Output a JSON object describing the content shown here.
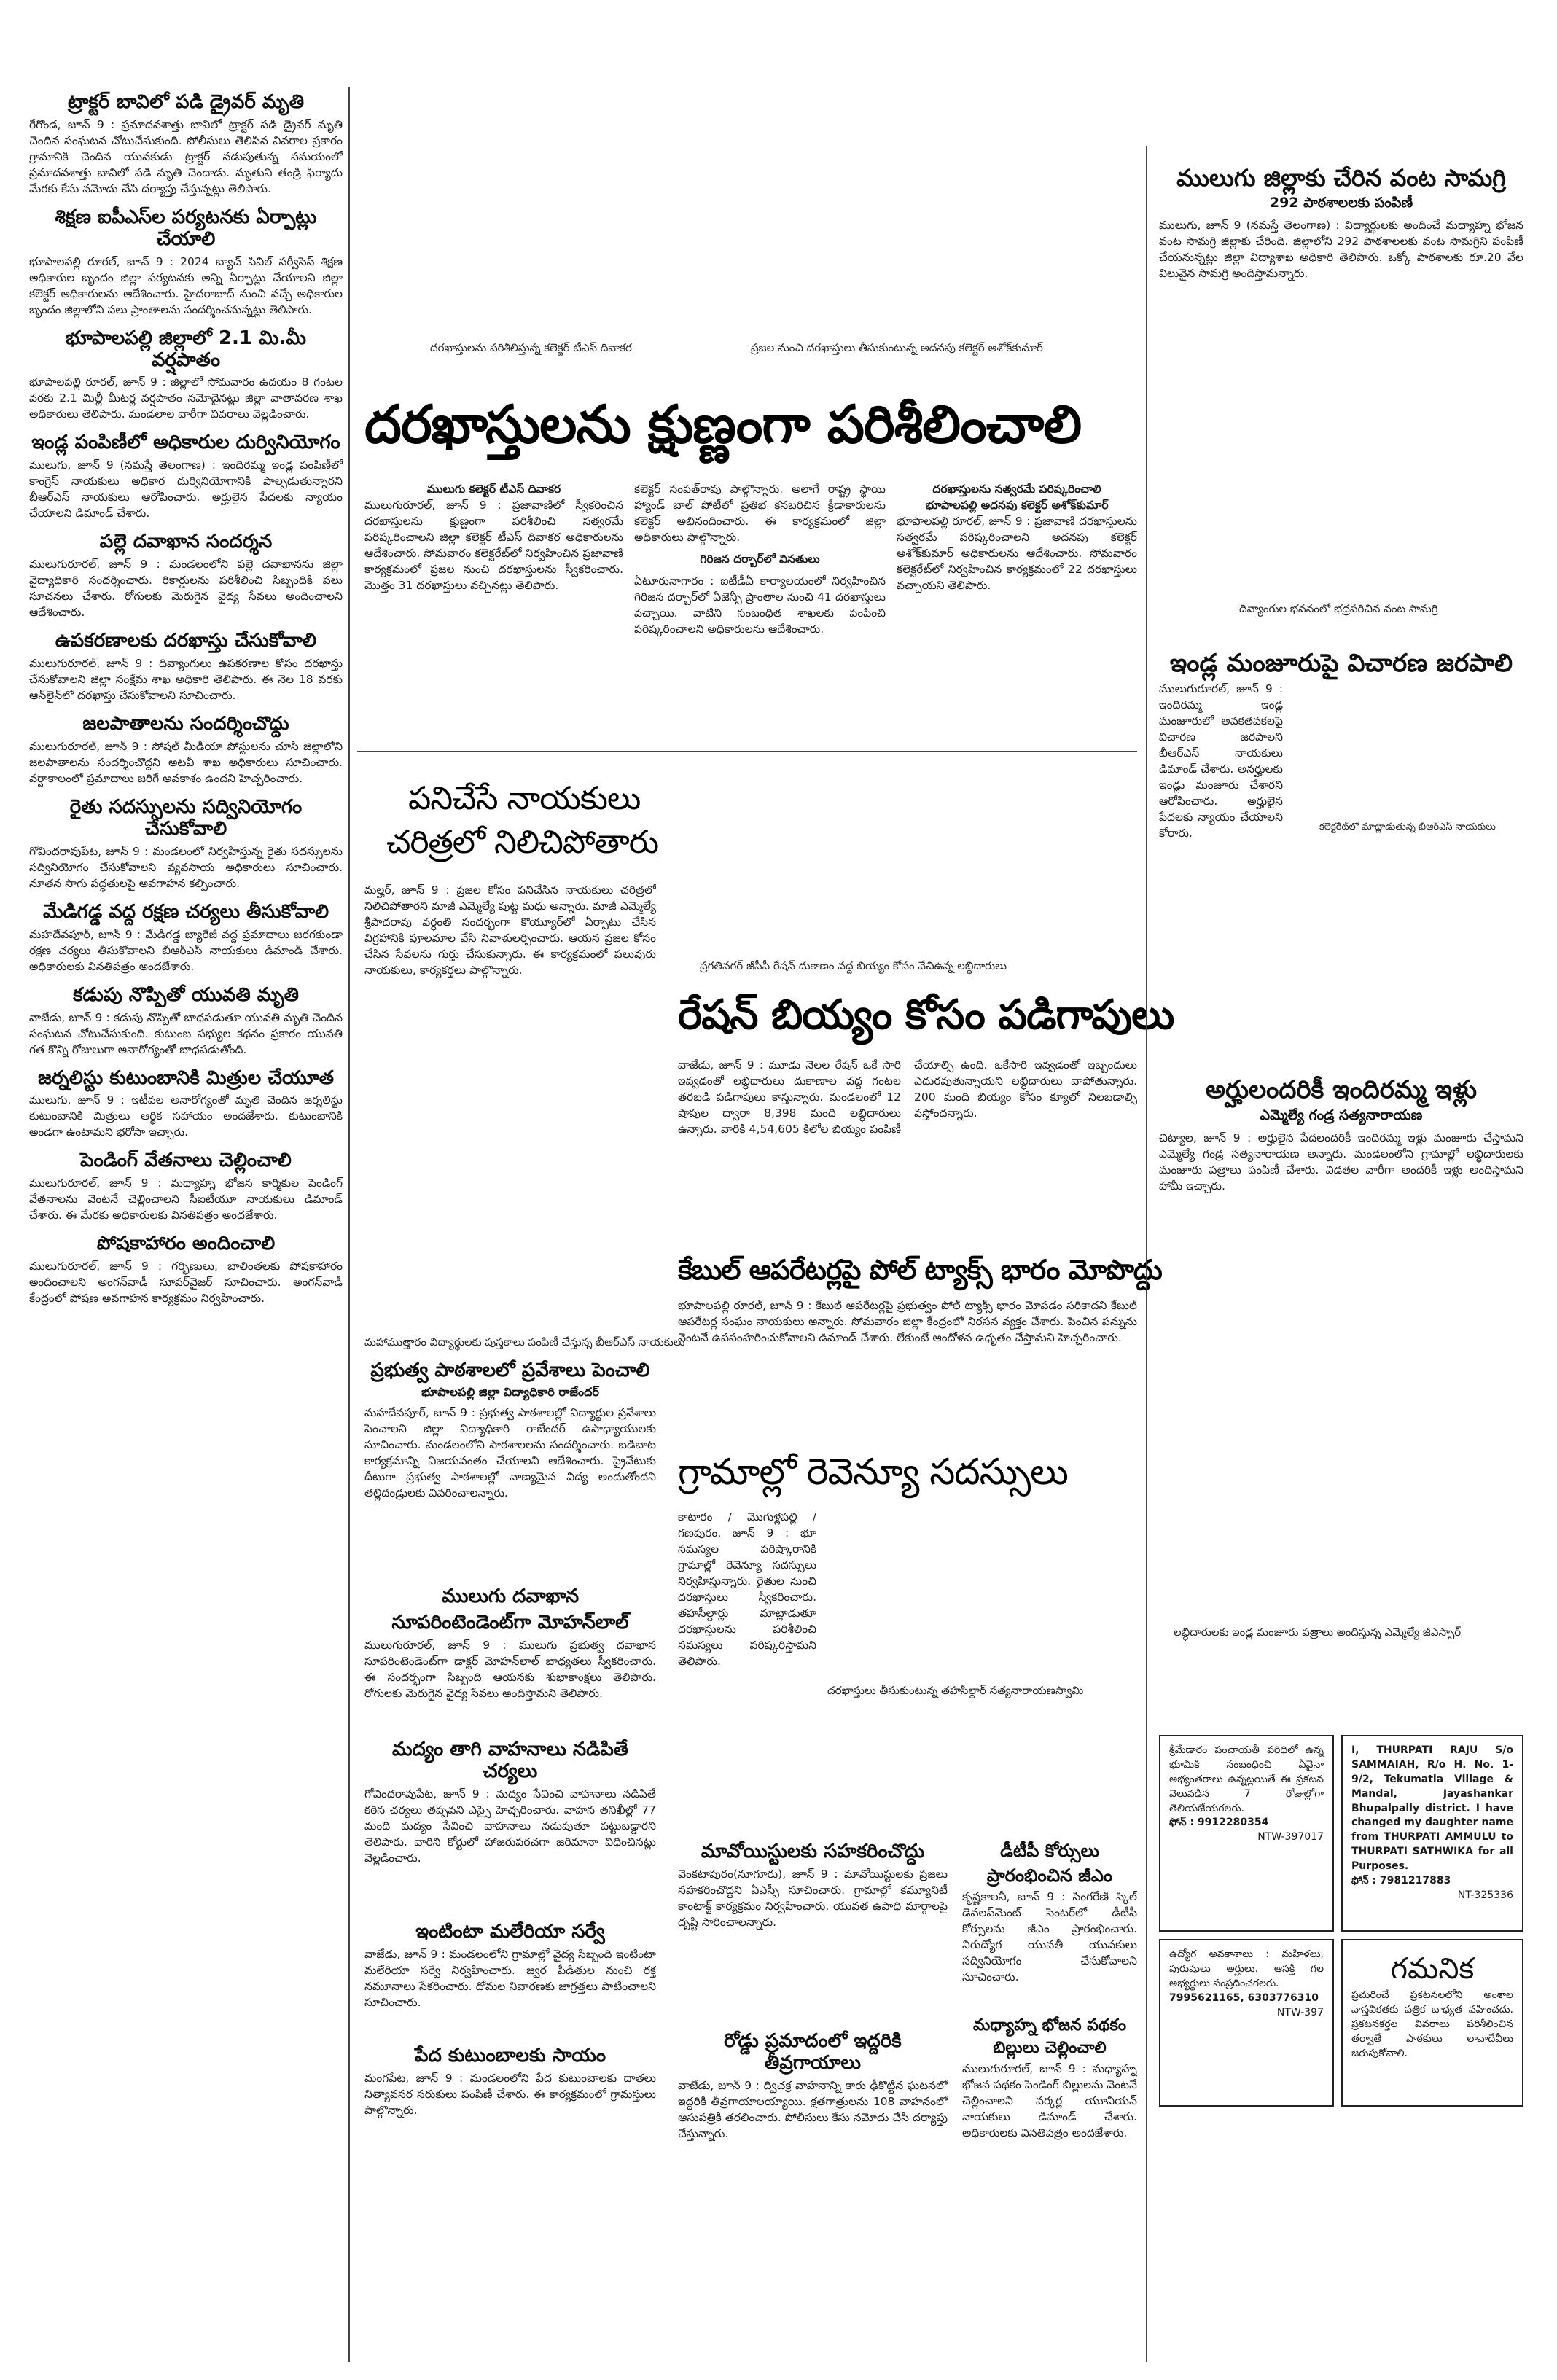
{
  "left_column": {
    "stories": [
      {
        "headline": "ట్రాక్టర్ బావిలో పడి డ్రైవర్ మృతి",
        "body": "రేగొండ, జూన్ 9 : ప్రమాదవశాత్తు బావిలో ట్రాక్టర్ పడి డ్రైవర్ మృతి చెందిన సంఘటన చోటుచేసుకుంది. పోలీసులు తెలిపిన వివరాల ప్రకారం గ్రామానికి చెందిన యువకుడు ట్రాక్టర్ నడుపుతున్న సమయంలో ప్రమాదవశాత్తు బావిలో పడి మృతి చెందాడు. మృతుని తండ్రి ఫిర్యాదు మేరకు కేసు నమోదు చేసి దర్యాప్తు చేస్తున్నట్లు తెలిపారు."
      },
      {
        "headline": "శిక్షణ ఐపీఎస్‌ల పర్యటనకు ఏర్పాట్లు చేయాలి",
        "body": "భూపాలపల్లి రూరల్, జూన్ 9 : 2024 బ్యాచ్ సివిల్ సర్వీసెస్ శిక్షణ అధికారుల బృందం జిల్లా పర్యటనకు అన్ని ఏర్పాట్లు చేయాలని జిల్లా కలెక్టర్ అధికారులను ఆదేశించారు. హైదరాబాద్ నుంచి వచ్చే అధికారుల బృందం జిల్లాలోని పలు ప్రాంతాలను సందర్శించనున్నట్లు తెలిపారు."
      },
      {
        "headline": "భూపాలపల్లి జిల్లాలో 2.1 మి.మీ వర్షపాతం",
        "body": "భూపాలపల్లి రూరల్, జూన్ 9 : జిల్లాలో సోమవారం ఉదయం 8 గంటల వరకు 2.1 మిల్లీ మీటర్ల వర్షపాతం నమోదైనట్లు జిల్లా వాతావరణ శాఖ అధికారులు తెలిపారు. మండలాల వారీగా వివరాలు వెల్లడించారు."
      },
      {
        "headline": "ఇండ్ల పంపిణీలో అధికారుల దుర్వినియోగం",
        "body": "ములుగు, జూన్ 9 (నమస్తే తెలంగాణ) : ఇందిరమ్మ ఇండ్ల పంపిణీలో కాంగ్రెస్ నాయకులు అధికార దుర్వినియోగానికి పాల్పడుతున్నారని బీఆర్ఎస్ నాయకులు ఆరోపించారు. అర్హులైన పేదలకు న్యాయం చేయాలని డిమాండ్ చేశారు."
      },
      {
        "headline": "పల్లె దవాఖాన సందర్శన",
        "body": "ములుగురూరల్, జూన్ 9 : మండలంలోని పల్లె దవాఖానను జిల్లా వైద్యాధికారి సందర్శించారు. రికార్డులను పరిశీలించి సిబ్బందికి పలు సూచనలు చేశారు. రోగులకు మెరుగైన వైద్య సేవలు అందించాలని ఆదేశించారు."
      },
      {
        "headline": "ఉపకరణాలకు దరఖాస్తు చేసుకోవాలి",
        "body": "ములుగురూరల్, జూన్ 9 : దివ్యాంగులు ఉపకరణాల కోసం దరఖాస్తు చేసుకోవాలని జిల్లా సంక్షేమ శాఖ అధికారి తెలిపారు. ఈ నెల 18 వరకు ఆన్‌లైన్‌లో దరఖాస్తు చేసుకోవాలని సూచించారు."
      },
      {
        "headline": "జలపాతాలను సందర్శించొద్దు",
        "body": "ములుగురూరల్, జూన్ 9 : సోషల్ మీడియా పోస్టులను చూసి జిల్లాలోని జలపాతాలను సందర్శించొద్దని అటవీ శాఖ అధికారులు సూచించారు. వర్షాకాలంలో ప్రమాదాలు జరిగే అవకాశం ఉందని హెచ్చరించారు."
      },
      {
        "headline": "రైతు సదస్సులను సద్వినియోగం చేసుకోవాలి",
        "body": "గోవిందరావుపేట, జూన్ 9 : మండలంలో నిర్వహిస్తున్న రైతు సదస్సులను సద్వినియోగం చేసుకోవాలని వ్యవసాయ అధికారులు సూచించారు. నూతన సాగు పద్ధతులపై అవగాహన కల్పించారు."
      },
      {
        "headline": "మేడిగడ్డ వద్ద రక్షణ చర్యలు తీసుకోవాలి",
        "body": "మహదేవపూర్, జూన్ 9 : మేడిగడ్డ బ్యారేజీ వద్ద ప్రమాదాలు జరగకుండా రక్షణ చర్యలు తీసుకోవాలని బీఆర్ఎస్ నాయకులు డిమాండ్ చేశారు. అధికారులకు వినతిపత్రం అందజేశారు."
      },
      {
        "headline": "కడుపు నొప్పితో యువతి మృతి",
        "body": "వాజేడు, జూన్ 9 : కడుపు నొప్పితో బాధపడుతూ యువతి మృతి చెందిన సంఘటన చోటుచేసుకుంది. కుటుంబ సభ్యుల కథనం ప్రకారం యువతి గత కొన్ని రోజులుగా అనారోగ్యంతో బాధపడుతోంది."
      },
      {
        "headline": "జర్నలిస్టు కుటుంబానికి మిత్రుల చేయూత",
        "body": "ములుగు, జూన్ 9 : ఇటీవల అనారోగ్యంతో మృతి చెందిన జర్నలిస్టు కుటుంబానికి మిత్రులు ఆర్థిక సహాయం అందజేశారు. కుటుంబానికి అండగా ఉంటామని భరోసా ఇచ్చారు."
      },
      {
        "headline": "పెండింగ్ వేతనాలు చెల్లించాలి",
        "body": "ములుగురూరల్, జూన్ 9 : మధ్యాహ్న భోజన కార్మికుల పెండింగ్ వేతనాలను వెంటనే చెల్లించాలని సీఐటీయూ నాయకులు డిమాండ్ చేశారు. ఈ మేరకు అధికారులకు వినతిపత్రం అందజేశారు."
      },
      {
        "headline": "పోషకాహారం అందించాలి",
        "body": "ములుగురూరల్, జూన్ 9 : గర్భిణులు, బాలింతలకు పోషకాహారం అందించాలని అంగన్‌వాడీ సూపర్‌వైజర్ సూచించారు. అంగన్‌వాడీ కేంద్రంలో పోషణ అవగాహన కార్యక్రమం నిర్వహించారు."
      }
    ]
  },
  "lead": {
    "photo_caption_left": "దరఖాస్తులను పరిశీలిస్తున్న కలెక్టర్ టీఎస్ దివాకర",
    "photo_caption_right": "ప్రజల నుంచి దరఖాస్తులు తీసుకుంటున్న అదనపు కలెక్టర్ అశోక్‌కుమార్",
    "headline": "దరఖాస్తులను క్షుణ్ణంగా పరిశీలించాలి",
    "byline": "ములుగు కలెక్టర్ టీఎస్ దివాకర",
    "body_1": "ములుగురూరల్, జూన్ 9 : ప్రజావాణిలో స్వీకరించిన దరఖాస్తులను క్షుణ్ణంగా పరిశీలించి సత్వరమే పరిష్కరించాలని జిల్లా కలెక్టర్ టీఎస్ దివాకర అధికారులను ఆదేశించారు. సోమవారం కలెక్టరేట్‌లో నిర్వహించిన ప్రజావాణి కార్యక్రమంలో ప్రజల నుంచి దరఖాస్తులను స్వీకరించారు. మొత్తం 31 దరఖాస్తులు వచ్చినట్లు తెలిపారు.",
    "body_2": "కలెక్టర్ సంపత్‌రావు పాల్గొన్నారు. అలాగే రాష్ట్ర స్థాయి హ్యాండ్ బాల్ పోటీలో ప్రతిభ కనబరిచిన క్రీడాకారులను కలెక్టర్ అభినందించారు. ఈ కార్యక్రమంలో జిల్లా అధికారులు పాల్గొన్నారు.",
    "subhead_1": "గిరిజన దర్బార్‌లో వినతులు",
    "body_3": "ఏటూరునాగారం : ఐటీడీఏ కార్యాలయంలో నిర్వహించిన గిరిజన దర్బార్‌లో ఏజెన్సీ ప్రాంతాల నుంచి 41 దరఖాస్తులు వచ్చాయి. వాటిని సంబంధిత శాఖలకు పంపించి పరిష్కరించాలని అధికారులను ఆదేశించారు.",
    "subhead_2": "దరఖాస్తులను సత్వరమే పరిష్కరించాలి",
    "byline_2": "భూపాలపల్లి అదనపు కలెక్టర్ అశోక్‌కుమార్",
    "body_4": "భూపాలపల్లి రూరల్, జూన్ 9 : ప్రజావాణి దరఖాస్తులను సత్వరమే పరిష్కరించాలని అదనపు కలెక్టర్ అశోక్‌కుమార్ అధికారులను ఆదేశించారు. సోమవారం కలెక్టరేట్‌లో నిర్వహించిన కార్యక్రమంలో 22 దరఖాస్తులు వచ్చాయని తెలిపారు."
  },
  "middle": {
    "story_a": {
      "headline_1": "పనిచేసే నాయకులు",
      "headline_2": "చరిత్రలో నిలిచిపోతారు",
      "body": "మల్హర్, జూన్ 9 : ప్రజల కోసం పనిచేసిన నాయకులు చరిత్రలో నిలిచిపోతారని మాజీ ఎమ్మెల్యే పుట్ట మధు అన్నారు. మాజీ ఎమ్మెల్యే శ్రీపాదరావు వర్ధంతి సందర్భంగా కొయ్యూర్‌లో ఏర్పాటు చేసిన విగ్రహానికి పూలమాల వేసి నివాళులర్పించారు. ఆయన ప్రజల కోసం చేసిన సేవలను గుర్తు చేసుకున్నారు. ఈ కార్యక్రమంలో పలువురు నాయకులు, కార్యకర్తలు పాల్గొన్నారు."
    },
    "story_b": {
      "photo_caption": "ప్రగతినగర్ జీసీసీ రేషన్ దుకాణం వద్ద బియ్యం కోసం వేచిఉన్న లబ్ధిదారులు",
      "headline": "రేషన్ బియ్యం కోసం పడిగాపులు",
      "body": "వాజేడు, జూన్ 9 : మూడు నెలల రేషన్ ఒకే సారి ఇవ్వడంతో లబ్ధిదారులు దుకాణాల వద్ద గంటల తరబడి పడిగాపులు కాస్తున్నారు. మండలంలో 12 షాపుల ద్వారా 8,398 మంది లబ్ధిదారులు ఉన్నారు. వారికి 4,54,605 కిలోల బియ్యం పంపిణీ చేయాల్సి ఉంది. ఒకేసారి ఇవ్వడంతో ఇబ్బందులు ఎదురవుతున్నాయని లబ్ధిదారులు వాపోతున్నారు. 200 మంది బియ్యం కోసం క్యూలో నిలబడాల్సి వస్తోందన్నారు."
    },
    "story_c": {
      "headline": "కేబుల్ ఆపరేటర్లపై పోల్ ట్యాక్స్ భారం మోపొద్దు",
      "body": "భూపాలపల్లి రూరల్, జూన్ 9 : కేబుల్ ఆపరేటర్లపై ప్రభుత్వం పోల్ ట్యాక్స్ భారం మోపడం సరికాదని కేబుల్ ఆపరేటర్ల సంఘం నాయకులు అన్నారు. సోమవారం జిల్లా కేంద్రంలో నిరసన వ్యక్తం చేశారు. పెంచిన పన్నును వెంటనే ఉపసంహరించుకోవాలని డిమాండ్ చేశారు. లేకుంటే ఆందోళన ఉధృతం చేస్తామని హెచ్చరించారు."
    },
    "story_d": {
      "photo_caption": "మహాముత్తారం విద్యార్థులకు పుస్తకాలు పంపిణీ చేస్తున్న బీఆర్ఎస్ నాయకులు",
      "headline": "ప్రభుత్వ పాఠశాలలో ప్రవేశాలు పెంచాలి",
      "byline": "భూపాలపల్లి జిల్లా విద్యాధికారి రాజేందర్",
      "body": "మహదేవపూర్, జూన్ 9 : ప్రభుత్వ పాఠశాలల్లో విద్యార్థుల ప్రవేశాలు పెంచాలని జిల్లా విద్యాధికారి రాజేందర్ ఉపాధ్యాయులకు సూచించారు. మండలంలోని పాఠశాలలను సందర్శించారు. బడిబాట కార్యక్రమాన్ని విజయవంతం చేయాలని ఆదేశించారు. ప్రైవేటుకు దీటుగా ప్రభుత్వ పాఠశాలల్లో నాణ్యమైన విద్య అందుతోందని తల్లిదండ్రులకు వివరించాలన్నారు."
    },
    "story_e": {
      "headline_1": "ములుగు దవాఖాన",
      "headline_2": "సూపరింటెండెంట్‌గా మోహన్‌లాల్",
      "body": "ములుగురూరల్, జూన్ 9 : ములుగు ప్రభుత్వ దవాఖాన సూపరింటెండెంట్‌గా డాక్టర్ మోహన్‌లాల్ బాధ్యతలు స్వీకరించారు. ఈ సందర్భంగా సిబ్బంది ఆయనకు శుభాకాంక్షలు తెలిపారు. రోగులకు మెరుగైన వైద్య సేవలు అందిస్తామని తెలిపారు."
    },
    "story_f": {
      "headline": "మద్యం తాగి వాహనాలు నడిపితే చర్యలు",
      "body": "గోవిందరావుపేట, జూన్ 9 : మద్యం సేవించి వాహనాలు నడిపితే కఠిన చర్యలు తప్పవని ఎస్సై హెచ్చరించారు. వాహన తనిఖీల్లో 77 మంది మద్యం సేవించి వాహనాలు నడుపుతూ పట్టుబడ్డారని తెలిపారు. వారిని కోర్టులో హాజరుపరచగా జరిమానా విధించినట్లు వెల్లడించారు."
    },
    "story_g": {
      "headline": "ఇంటింటా మలేరియా సర్వే",
      "body": "వాజేడు, జూన్ 9 : మండలంలోని గ్రామాల్లో వైద్య సిబ్బంది ఇంటింటా మలేరియా సర్వే నిర్వహించారు. జ్వర పీడితుల నుంచి రక్త నమూనాలు సేకరించారు. దోమల నివారణకు జాగ్రత్తలు పాటించాలని సూచించారు."
    },
    "story_h": {
      "headline": "పేద కుటుంబాలకు సాయం",
      "body": "మంగపేట, జూన్ 9 : మండలంలోని పేద కుటుంబాలకు దాతలు నిత్యావసర సరుకులు పంపిణీ చేశారు. ఈ కార్యక్రమంలో గ్రామస్తులు పాల్గొన్నారు."
    },
    "story_i": {
      "headline": "గ్రామాల్లో రెవెన్యూ సదస్సులు",
      "body": "కాటారం / మొగుళ్లపల్లి / గణపురం, జూన్ 9 : భూ సమస్యల పరిష్కారానికి గ్రామాల్లో రెవెన్యూ సదస్సులు నిర్వహిస్తున్నారు. రైతుల నుంచి దరఖాస్తులు స్వీకరించారు. తహసీల్దార్లు మాట్లాడుతూ దరఖాస్తులను పరిశీలించి సమస్యలు పరిష్కరిస్తామని తెలిపారు."
    },
    "story_i_caption": "దరఖాస్తులు తీసుకుంటున్న తహసీల్దార్ సత్యనారాయణస్వామి",
    "story_j": {
      "headline": "మావోయిస్టులకు సహకరించొద్దు",
      "body": "వెంకటాపురం(నూగూరు), జూన్ 9 : మావోయిస్టులకు ప్రజలు సహకరించొద్దని ఏఎస్పీ సూచించారు. గ్రామాల్లో కమ్యూనిటీ కాంటాక్ట్ కార్యక్రమం నిర్వహించారు. యువత ఉపాధి మార్గాలపై దృష్టి సారించాలన్నారు."
    },
    "story_k": {
      "headline": "రోడ్డు ప్రమాదంలో ఇద్దరికి తీవ్రగాయాలు",
      "body": "వాజేడు, జూన్ 9 : ద్విచక్ర వాహనాన్ని కారు ఢీకొట్టిన ఘటనలో ఇద్దరికి తీవ్రగాయాలయ్యాయి. క్షతగాత్రులను 108 వాహనంలో ఆసుపత్రికి తరలించారు. పోలీసులు కేసు నమోదు చేసి దర్యాప్తు చేస్తున్నారు."
    },
    "story_l": {
      "headline_1": "డీటీపీ కోర్సులు",
      "headline_2": "ప్రారంభించిన జీఎం",
      "body": "కృష్ణకాలనీ, జూన్ 9 : సింగరేణి స్కిల్ డెవలప్‌మెంట్ సెంటర్‌లో డీటీపీ కోర్సులను జీఎం ప్రారంభించారు. నిరుద్యోగ యువతీ యువకులు సద్వినియోగం చేసుకోవాలని సూచించారు."
    },
    "story_m": {
      "headline_1": "మధ్యాహ్న భోజన పథకం",
      "headline_2": "బిల్లులు చెల్లించాలి",
      "body": "ములుగురూరల్, జూన్ 9 : మధ్యాహ్న భోజన పథకం పెండింగ్ బిల్లులను వెంటనే చెల్లించాలని వర్కర్ల యూనియన్ నాయకులు డిమాండ్ చేశారు. అధికారులకు వినతిపత్రం అందజేశారు."
    }
  },
  "right_column": {
    "story_1": {
      "headline": "ములుగు జిల్లాకు చేరిన వంట సామగ్రి",
      "sub": "292 పాఠశాలలకు పంపిణీ",
      "body": "ములుగు, జూన్ 9 (నమస్తే తెలంగాణ) : విద్యార్థులకు అందించే మధ్యాహ్న భోజన వంట సామగ్రి జిల్లాకు చేరింది. జిల్లాలోని 292 పాఠశాలలకు వంట సామగ్రిని పంపిణీ చేయనున్నట్లు జిల్లా విద్యాశాఖ అధికారి తెలిపారు. ఒక్కో పాఠశాలకు రూ.20 వేల విలువైన సామగ్రి అందిస్తామన్నారు."
    },
    "photo_caption_1": "దివ్యాంగుల భవనంలో భద్రపరిచిన వంట సామగ్రి",
    "story_2": {
      "headline": "ఇండ్ల మంజూరుపై విచారణ జరపాలి",
      "body": "ములుగురూరల్, జూన్ 9 : ఇందిరమ్మ ఇండ్ల మంజూరులో అవకతవకలపై విచారణ జరపాలని బీఆర్ఎస్ నాయకులు డిమాండ్ చేశారు. అనర్హులకు ఇండ్లు మంజూరు చేశారని ఆరోపించారు. అర్హులైన పేదలకు న్యాయం చేయాలని కోరారు.",
      "photo_caption": "కలెక్టరేట్‌లో మాట్లాడుతున్న బీఆర్ఎస్ నాయకులు"
    },
    "story_3": {
      "headline": "అర్హులందరికీ ఇందిరమ్మ ఇళ్లు",
      "sub": "ఎమ్మెల్యే గండ్ర సత్యనారాయణ",
      "body": "చిట్యాల, జూన్ 9 : అర్హులైన పేదలందరికీ ఇందిరమ్మ ఇళ్లు మంజూరు చేస్తామని ఎమ్మెల్యే గండ్ర సత్యనారాయణ అన్నారు. మండలంలోని గ్రామాల్లో లబ్ధిదారులకు మంజూరు పత్రాలు పంపిణీ చేశారు. విడతల వారీగా అందరికీ ఇళ్లు అందిస్తామని హామీ ఇచ్చారు.",
      "photo_caption": "లబ్ధిదారులకు ఇండ్ల మంజూరు పత్రాలు అందిస్తున్న ఎమ్మెల్యే జీఎస్సార్"
    },
    "ad_1": {
      "body": "శ్రీమేడారం పంచాయతీ పరిధిలో ఉన్న భూమికి సంబంధించి ఏవైనా అభ్యంతరాలు ఉన్నట్లయితే ఈ ప్రకటన వెలువడిన 7 రోజుల్లోగా తెలియజేయగలరు.",
      "contact": "ఫోన్ : 9912280354",
      "code": "NTW-397017"
    },
    "ad_2": {
      "body": "I, THURPATI RAJU S/o SAMMAIAH, R/o H. No. 1-9/2, Tekumatla Village & Mandal, Jayashankar Bhupalpally district. I have changed my daughter name from THURPATI AMMULU to THURPATI SATHWIKA for all Purposes.",
      "contact": "ఫోన్ : 7981217883",
      "code": "NT-325336"
    },
    "notice": {
      "title": "గమనిక",
      "body": "ప్రచురించే ప్రకటనలలోని అంశాల వాస్తవికతకు పత్రిక బాధ్యత వహించదు. ప్రకటనకర్తల వివరాలు పరిశీలించిన తర్వాతే పాఠకులు లావాదేవీలు జరుపుకోవాలి."
    },
    "ad_3": {
      "body": "ఉద్యోగ అవకాశాలు : మహిళలు, పురుషులు అర్హులు. ఆసక్తి గల అభ్యర్థులు సంప్రదించగలరు.",
      "contact": "7995621165, 6303776310",
      "code": "NTW-397"
    }
  }
}
